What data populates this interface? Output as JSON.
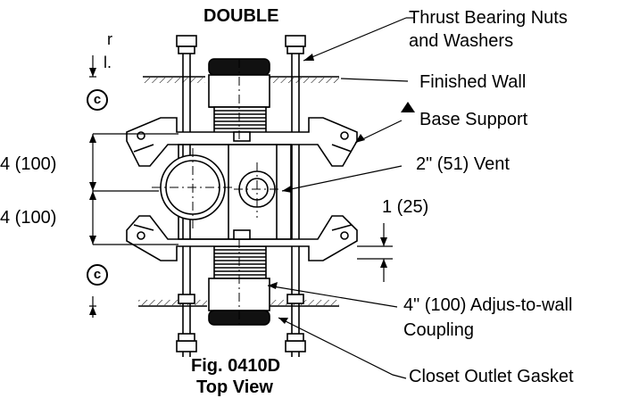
{
  "header": {
    "title": "DOUBLE"
  },
  "callouts": {
    "thrust_bearing": "Thrust Bearing Nuts",
    "thrust_bearing_2": "and Washers",
    "finished_wall": "Finished Wall",
    "base_support": "Base Support",
    "vent": "2\" (51) Vent",
    "coupling": "4\" (100) Adjus-to-wall",
    "coupling_2": "Coupling",
    "gasket": "Closet Outlet Gasket"
  },
  "dimensions": {
    "upper": "4 (100)",
    "lower": "4 (100)",
    "right": "1 (25)"
  },
  "centerline_symbol": "c",
  "figure": {
    "caption": "Fig. 0410D",
    "caption_2": "Top View"
  },
  "edge_fragments": {
    "a": "r",
    "b": "l."
  }
}
